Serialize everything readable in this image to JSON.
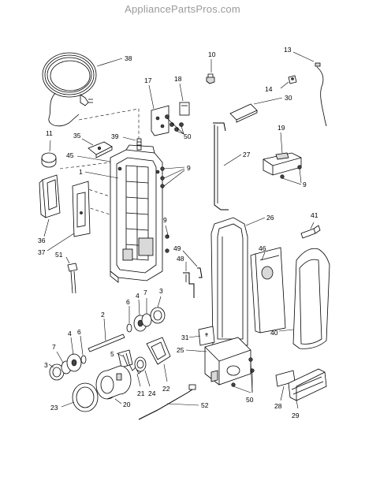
{
  "watermark": "AppliancePartsPros.com",
  "callouts": {
    "c38": "38",
    "c10": "10",
    "c13": "13",
    "c17": "17",
    "c18": "18",
    "c14": "14",
    "c30": "30",
    "c11": "11",
    "c39": "39",
    "c35": "35",
    "c50a": "50",
    "c19": "19",
    "c45": "45",
    "c9a": "9",
    "c1": "1",
    "c27": "27",
    "c9b": "9",
    "c36": "36",
    "c37": "37",
    "c26": "26",
    "c41": "41",
    "c51": "51",
    "c49": "49",
    "c48": "48",
    "c9c": "9",
    "c46": "46",
    "c3a": "3",
    "c2": "2",
    "c6a": "6",
    "c4a": "4",
    "c7a": "7",
    "c7b": "7",
    "c4b": "4",
    "c6b": "6",
    "c31": "31",
    "c40": "40",
    "c5": "5",
    "c25": "25",
    "c22": "22",
    "c3b": "3",
    "c21": "21",
    "c24": "24",
    "c50b": "50",
    "c23": "23",
    "c20": "20",
    "c52": "52",
    "c28": "28",
    "c29": "29"
  }
}
